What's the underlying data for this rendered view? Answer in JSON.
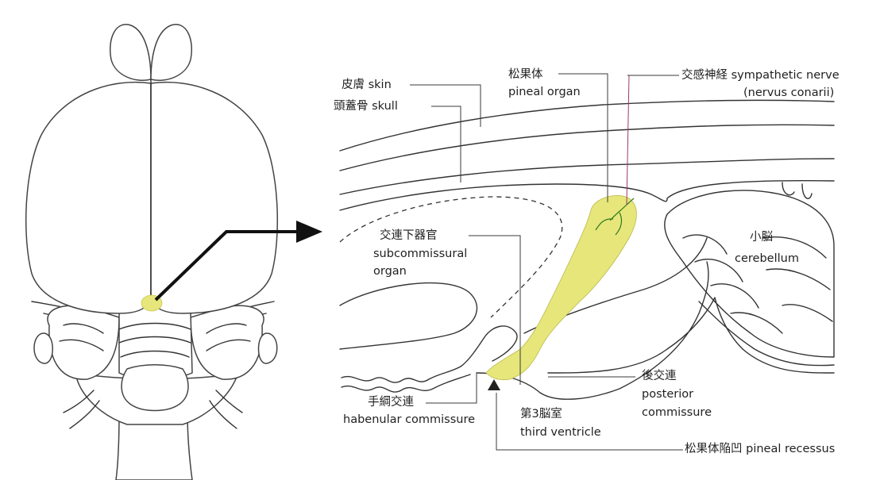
{
  "colors": {
    "pineal": "#e6e67a",
    "line": "#333333",
    "background": "#ffffff"
  },
  "labels": {
    "skin": "皮膚  skin",
    "skull": "頭蓋骨  skull",
    "pineal_organ_jp": "松果体",
    "pineal_organ_en": "pineal organ",
    "sympathetic_nerve": "交感神経  sympathetic nerve",
    "nervus_conarii": "(nervus conarii)",
    "subcommissural_jp": "交連下器官",
    "subcommissural_en1": "subcommissural",
    "subcommissural_en2": "organ",
    "cerebellum_jp": "小脳",
    "cerebellum_en": "cerebellum",
    "habenular_jp": "手綱交連",
    "habenular_en": "habenular commissure",
    "third_ventricle_jp": "第3脳室",
    "third_ventricle_en": "third ventricle",
    "posterior_jp": "後交連",
    "posterior_en1": "posterior",
    "posterior_en2": "commissure",
    "pineal_recessus": "松果体陥凹  pineal recessus"
  }
}
